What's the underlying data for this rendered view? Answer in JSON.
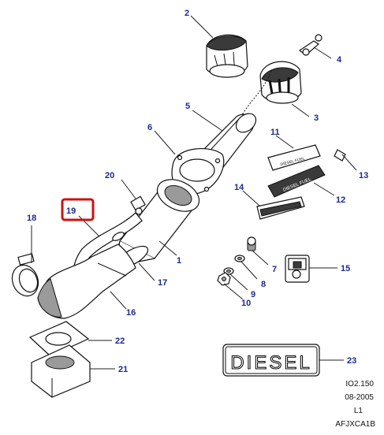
{
  "callouts": {
    "c1": "1",
    "c2": "2",
    "c3": "3",
    "c4": "4",
    "c5": "5",
    "c6": "6",
    "c7": "7",
    "c8": "8",
    "c9": "9",
    "c10": "10",
    "c11": "11",
    "c12": "12",
    "c13": "13",
    "c14": "14",
    "c15": "15",
    "c16": "16",
    "c17": "17",
    "c18": "18",
    "c19": "19",
    "c20": "20",
    "c21": "21",
    "c22": "22",
    "c23": "23"
  },
  "labels": {
    "diesel_plate": "DIESEL",
    "diesel_fuel_badge": "DIESEL FUEL",
    "diesel_fuel_small": "DIESEL FUEL"
  },
  "reference": {
    "line1": "IO2.150",
    "line2": "08-2005",
    "line3": "L1",
    "line4": "AFJXCA1B"
  },
  "colors": {
    "callout": "#1a2a8c",
    "highlight": "#cc1111"
  }
}
